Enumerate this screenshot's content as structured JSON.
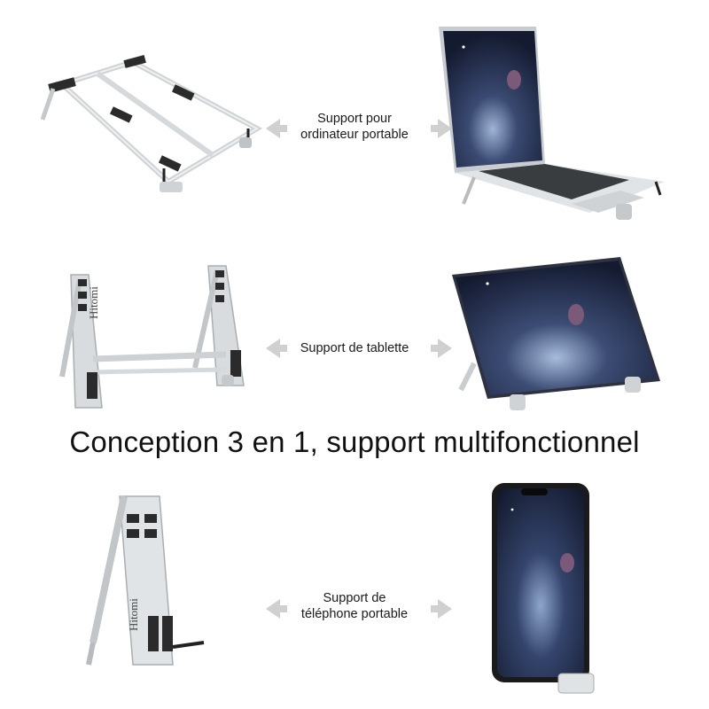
{
  "headline": "Conception 3 en 1, support multifonctionnel",
  "rows": [
    {
      "label_lines": [
        "Support pour",
        "ordinateur portable"
      ]
    },
    {
      "label_lines": [
        "Support de tablette"
      ]
    },
    {
      "label_lines": [
        "Support de",
        "téléphone portable"
      ]
    }
  ],
  "brand": "Hitomi",
  "colors": {
    "aluminum": "#d9dcde",
    "aluminum_dark": "#9ea3a7",
    "pad": "#2b2b2b",
    "screen_top": "#1c2440",
    "screen_glow": "#9fb4d6",
    "arrow": "#d0d0d0"
  },
  "icons": {
    "arrows": "double-arrow-icon"
  }
}
